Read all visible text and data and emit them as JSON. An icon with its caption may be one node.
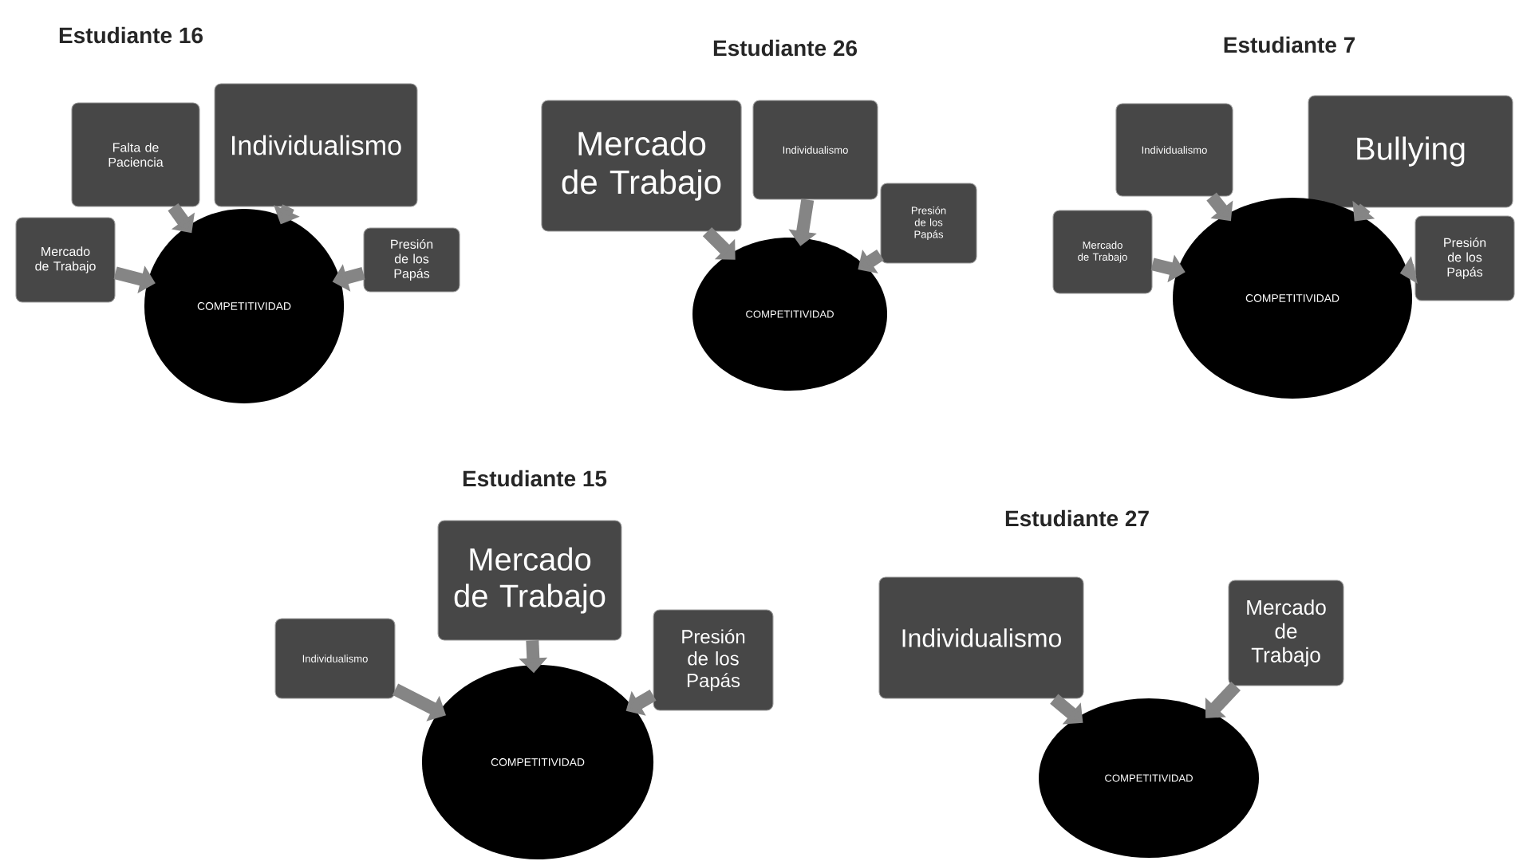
{
  "diagram": {
    "nodes": [
      {
        "text": [
          "Falta de Paciencia"
        ]
      },
      {
        "text": [
          "Individualismo"
        ]
      },
      {
        "text": [
          "Mercado de Trabajo"
        ]
      },
      {
        "text": [
          "Presión de los Papás"
        ]
      },
      {
        "text": [
          "COMPETITIVIDAD"
        ]
      },
      {
        "text": [
          "Mercado de Trabajo"
        ]
      },
      {
        "text": [
          "Individualismo"
        ]
      },
      {
        "text": [
          "Presión de los Papás"
        ]
      },
      {
        "text": [
          "COMPETITIVIDAD"
        ]
      },
      {
        "text": [
          "Individualismo"
        ]
      },
      {
        "text": [
          "Bullying"
        ]
      },
      {
        "text": [
          "Mercado de Trabajo"
        ]
      },
      {
        "text": [
          "Presión de los Papás"
        ]
      },
      {
        "text": [
          "COMPETITIVIDAD"
        ]
      },
      {
        "text": [
          "Individualismo"
        ]
      },
      {
        "text": [
          "Mercado de Trabajo"
        ]
      },
      {
        "text": [
          "Presión de los Papás"
        ]
      },
      {
        "text": [
          "COMPETITIVIDAD"
        ]
      },
      {
        "text": [
          "Individualismo"
        ]
      },
      {
        "text": [
          "Mercado de Trabajo"
        ]
      },
      {
        "text": [
          "COMPETITIVIDAD"
        ]
      }
    ],
    "edges": [
      {
        "from": 0,
        "to": 4,
        "arrow": "to"
      },
      {
        "from": 1,
        "to": 4,
        "arrow": "to"
      },
      {
        "from": 2,
        "to": 4,
        "arrow": "to"
      },
      {
        "from": 3,
        "to": 4,
        "arrow": "to"
      },
      {
        "from": 5,
        "to": 8,
        "arrow": "to"
      },
      {
        "from": 6,
        "to": 8,
        "arrow": "to"
      },
      {
        "from": 7,
        "to": 8,
        "arrow": "to"
      },
      {
        "from": 9,
        "to": 13,
        "arrow": "to"
      },
      {
        "from": 10,
        "to": 13,
        "arrow": "to"
      },
      {
        "from": 11,
        "to": 13,
        "arrow": "to"
      },
      {
        "from": 12,
        "to": 13,
        "arrow": "to"
      },
      {
        "from": 14,
        "to": 17,
        "arrow": "to"
      },
      {
        "from": 15,
        "to": 17,
        "arrow": "to"
      },
      {
        "from": 16,
        "to": 17,
        "arrow": "to"
      },
      {
        "from": 18,
        "to": 20,
        "arrow": "to"
      },
      {
        "from": 19,
        "to": 20,
        "arrow": "to"
      }
    ],
    "labels": [
      "Estudiante 16",
      "Estudiante 26",
      "Estudiante 7",
      "Estudiante 15",
      "Estudiante 27"
    ]
  }
}
